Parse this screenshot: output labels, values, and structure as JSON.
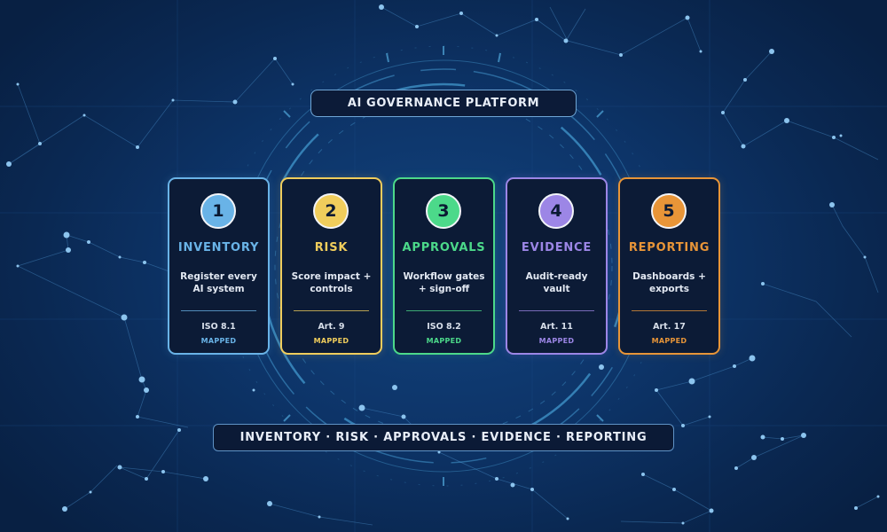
{
  "header": {
    "title": "AI GOVERNANCE PLATFORM"
  },
  "footer": {
    "summary": "INVENTORY · RISK · APPROVALS · EVIDENCE · REPORTING"
  },
  "steps": [
    {
      "number": "1",
      "name": "INVENTORY",
      "desc_line1": "Register every",
      "desc_line2": "AI system",
      "ref": "ISO 8.1",
      "status": "MAPPED",
      "color": "#69b3e7"
    },
    {
      "number": "2",
      "name": "RISK",
      "desc_line1": "Score impact +",
      "desc_line2": "controls",
      "ref": "Art. 9",
      "status": "MAPPED",
      "color": "#f0cd5c"
    },
    {
      "number": "3",
      "name": "APPROVALS",
      "desc_line1": "Workflow gates",
      "desc_line2": "+ sign-off",
      "ref": "ISO 8.2",
      "status": "MAPPED",
      "color": "#4cd98a"
    },
    {
      "number": "4",
      "name": "EVIDENCE",
      "desc_line1": "Audit-ready",
      "desc_line2": "vault",
      "ref": "Art. 11",
      "status": "MAPPED",
      "color": "#9c86e6"
    },
    {
      "number": "5",
      "name": "REPORTING",
      "desc_line1": "Dashboards +",
      "desc_line2": "exports",
      "ref": "Art. 17",
      "status": "MAPPED",
      "color": "#e89538"
    }
  ]
}
